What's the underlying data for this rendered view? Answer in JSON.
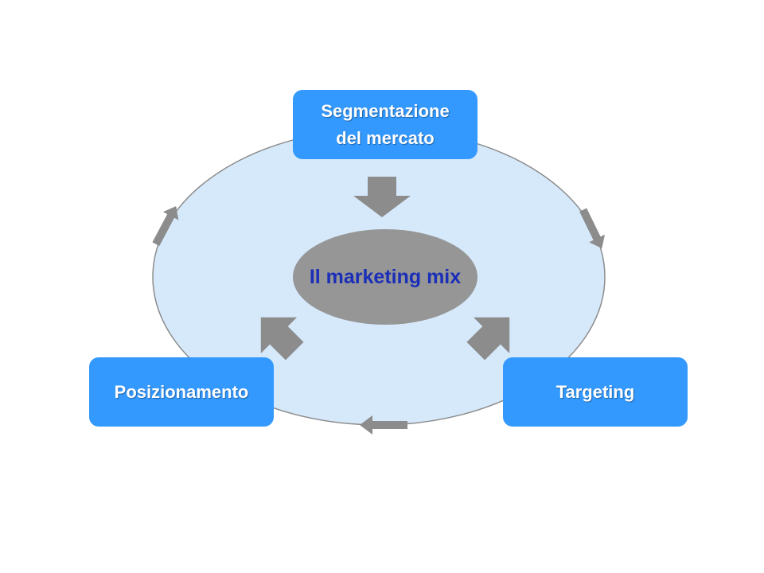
{
  "diagram": {
    "top_box": {
      "line1": "Segmentazione",
      "line2": "del mercato"
    },
    "left_box": {
      "label": "Posizionamento"
    },
    "right_box": {
      "label": "Targeting"
    },
    "center": {
      "label": "Il marketing mix"
    }
  },
  "colors": {
    "box_fill": "#3399ff",
    "box_text": "#ffffff",
    "ring_fill": "#d6e9fb",
    "ring_stroke": "#8c8c8c",
    "center_fill": "#969696",
    "center_text": "#1a2eb8",
    "arrow_fill": "#8c8c8c"
  },
  "icons": {
    "cycle_arrows": "arrow-icon",
    "inward_arrows": "block-arrow-icon"
  }
}
